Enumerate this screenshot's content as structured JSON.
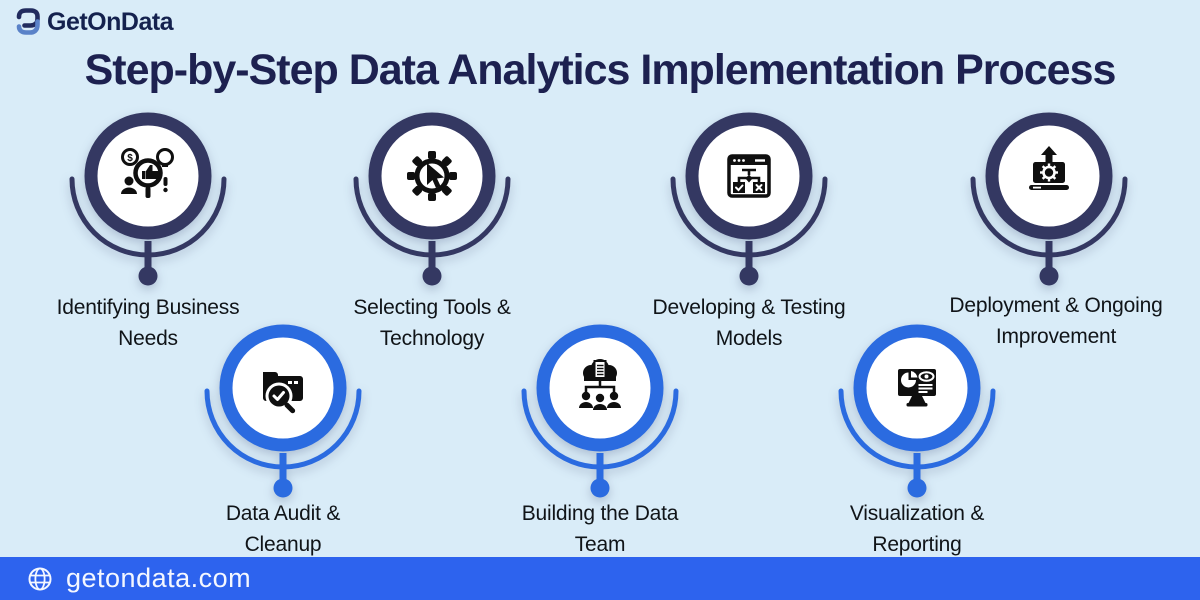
{
  "logo": {
    "brand": "GetOnData"
  },
  "title": "Step-by-Step Data Analytics Implementation Process",
  "steps": [
    {
      "order": 1,
      "row": "top",
      "label": "Identifying Business Needs",
      "lines": [
        "Identifying Business",
        "Needs"
      ],
      "icon": "business-needs-search-icon"
    },
    {
      "order": 2,
      "row": "bottom",
      "label": "Data Audit & Cleanup",
      "lines": [
        "Data Audit &",
        "Cleanup"
      ],
      "icon": "folder-audit-magnifier-icon"
    },
    {
      "order": 3,
      "row": "top",
      "label": "Selecting Tools & Technology",
      "lines": [
        "Selecting Tools &",
        "Technology"
      ],
      "icon": "gear-cursor-icon"
    },
    {
      "order": 4,
      "row": "bottom",
      "label": "Building the Data Team",
      "lines": [
        "Building the Data",
        "Team"
      ],
      "icon": "cloud-team-icon"
    },
    {
      "order": 5,
      "row": "top",
      "label": "Developing & Testing Models",
      "lines": [
        "Developing & Testing",
        "Models"
      ],
      "icon": "flowchart-window-icon"
    },
    {
      "order": 6,
      "row": "bottom",
      "label": "Visualization & Reporting",
      "lines": [
        "Visualization &",
        "Reporting"
      ],
      "icon": "dashboard-monitor-icon"
    },
    {
      "order": 7,
      "row": "top",
      "label": "Deployment & Ongoing Improvement",
      "lines": [
        "Deployment & Ongoing",
        "Improvement"
      ],
      "icon": "laptop-deploy-icon"
    }
  ],
  "footer": {
    "url": "getondata.com",
    "icon": "globe-icon"
  },
  "colors": {
    "background": "#d9ecf8",
    "navy_ring": "#343862",
    "blue_ring": "#2b6be0",
    "footer_bar": "#2d63ee",
    "title_text": "#1d2150",
    "label_text": "#101418",
    "icon_black": "#0f0f0f"
  }
}
